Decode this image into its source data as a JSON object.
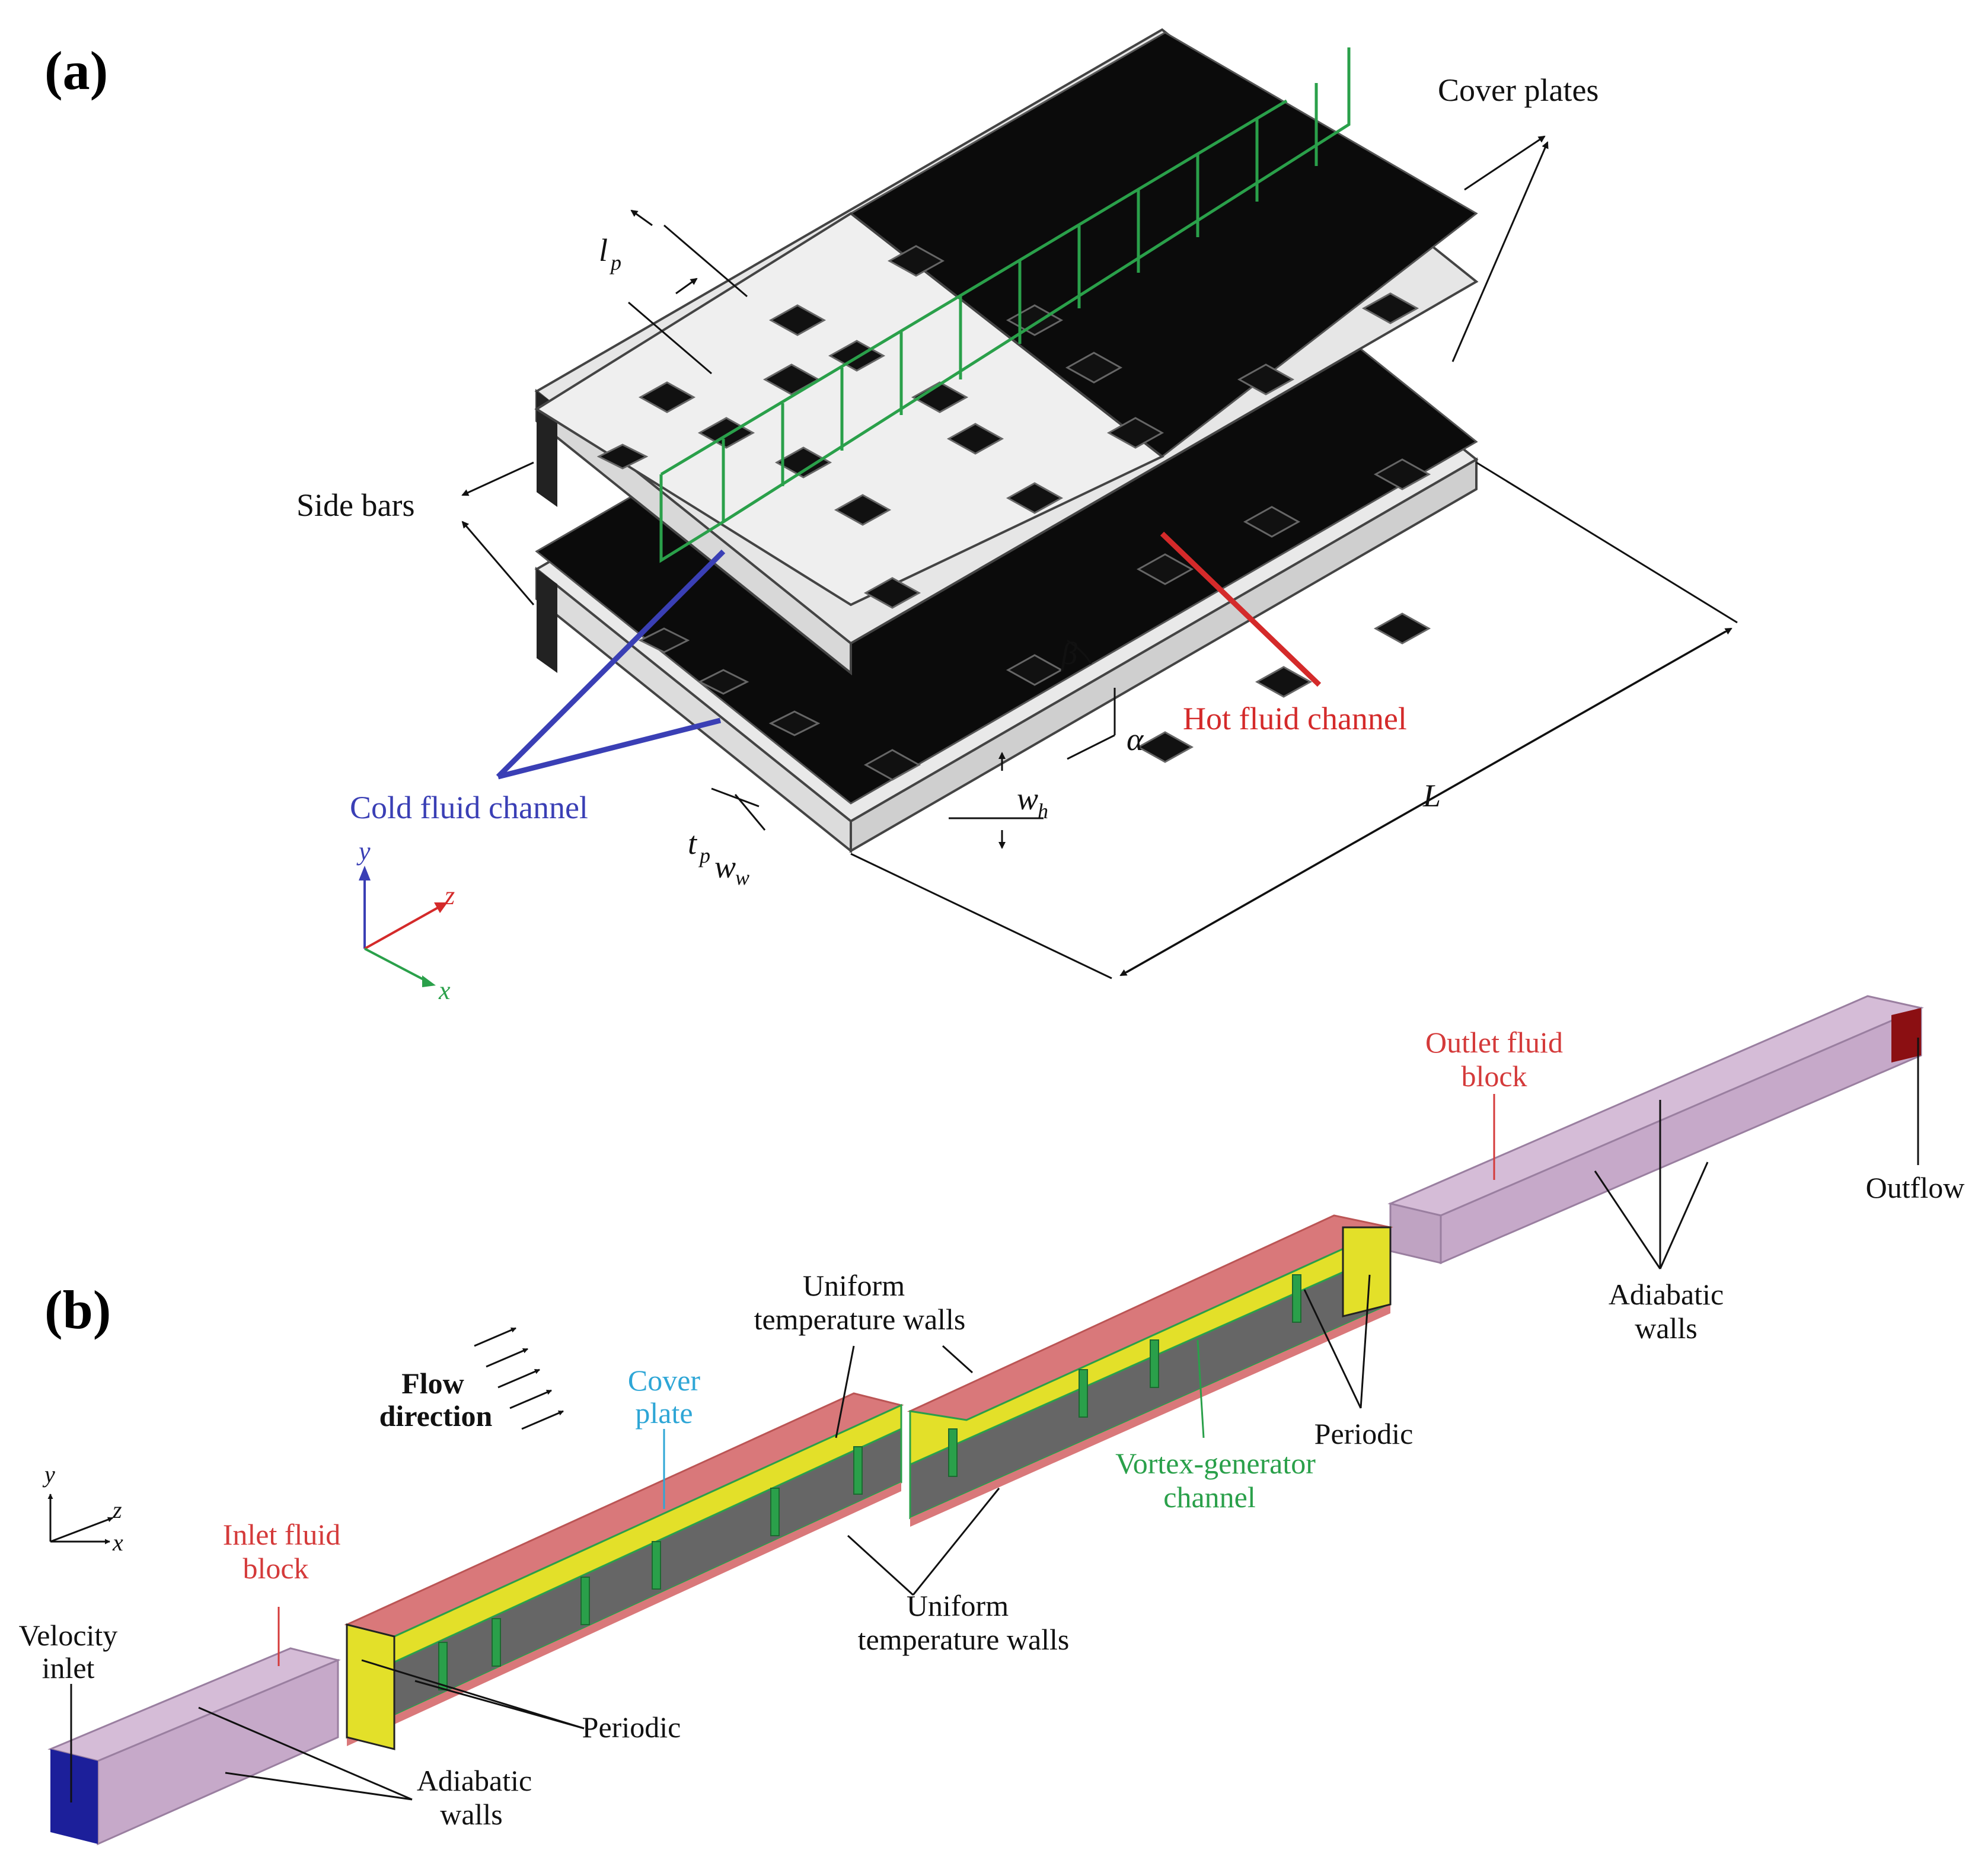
{
  "panel_a": {
    "letter": "(a)",
    "labels": {
      "cover_plates": "Cover plates",
      "side_bars": "Side bars",
      "hot_fluid_channel": "Hot fluid channel",
      "cold_fluid_channel": "Cold fluid channel"
    },
    "symbols": {
      "lp": "l",
      "lp_sub": "p",
      "beta": "β",
      "alpha": "α",
      "wh": "w",
      "wh_sub": "h",
      "L": "L",
      "tp": "t",
      "tp_sub": "p",
      "ww": "w",
      "ww_sub": "w"
    },
    "axes": {
      "y": "y",
      "z": "z",
      "x": "x"
    }
  },
  "panel_b": {
    "letter": "(b)",
    "labels": {
      "outlet_fluid_block_1": "Outlet fluid",
      "outlet_fluid_block_2": "block",
      "outflow": "Outflow",
      "adiabatic_walls_top_1": "Adiabatic",
      "adiabatic_walls_top_2": "walls",
      "uniform_temp_top_1": "Uniform",
      "uniform_temp_top_2": "temperature walls",
      "flow_direction_1": "Flow",
      "flow_direction_2": "direction",
      "cover_plate_1": "Cover",
      "cover_plate_2": "plate",
      "periodic_right": "Periodic",
      "vortex_channel_1": "Vortex-generator",
      "vortex_channel_2": "channel",
      "inlet_fluid_block_1": "Inlet fluid",
      "inlet_fluid_block_2": "block",
      "velocity_inlet_1": "Velocity",
      "velocity_inlet_2": "inlet",
      "uniform_temp_bottom_1": "Uniform",
      "uniform_temp_bottom_2": "temperature walls",
      "periodic_left": "Periodic",
      "adiabatic_walls_bottom_1": "Adiabatic",
      "adiabatic_walls_bottom_2": "walls"
    },
    "axes": {
      "y": "y",
      "z": "z",
      "x": "x"
    }
  },
  "colors": {
    "hot": "#d42a2a",
    "cold": "#3a3fb5",
    "green": "#2aa04a",
    "cyan": "#2ea6d6",
    "label_red": "#d43a3a",
    "plate_black": "#0b0b0b",
    "plate_grey": "#e8e8e8",
    "block_purple": "#c6a9c9",
    "wall_pink": "#d9787a",
    "core_yellow": "#e3e029",
    "outflow": "#8b0f12",
    "inlet": "#1c1f9a"
  }
}
